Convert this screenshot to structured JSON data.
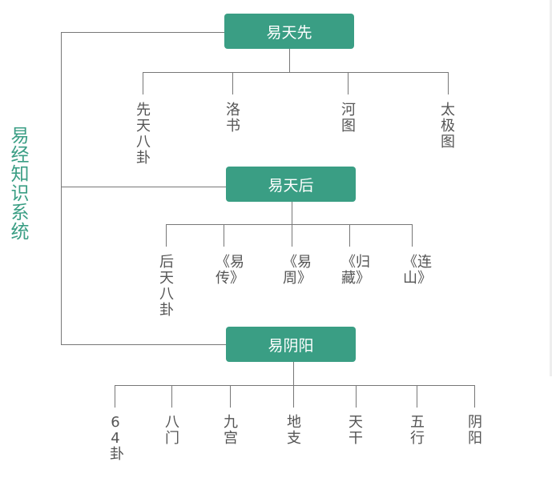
{
  "root": {
    "label": "易经知识系统"
  },
  "colors": {
    "node_fill": "#3a9e84",
    "line": "#777777",
    "leaf_text": "#555555"
  },
  "branches": [
    {
      "label": "易天先",
      "children": [
        "先天八卦",
        "洛书",
        "河图",
        "太极图"
      ]
    },
    {
      "label": "易天后",
      "children": [
        "后天八卦",
        "《易传》",
        "《易周》",
        "《归藏》",
        "《连山》"
      ]
    },
    {
      "label": "易阴阳",
      "children": [
        "64卦",
        "八门",
        "九宫",
        "地支",
        "天干",
        "五行",
        "阴阳"
      ]
    }
  ]
}
